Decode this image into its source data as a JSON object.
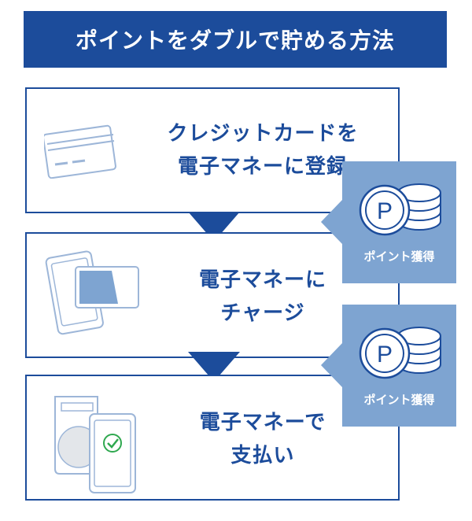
{
  "title": "ポイントをダブルで貯める方法",
  "steps": [
    {
      "line1": "クレジットカードを",
      "line2": "電子マネーに登録",
      "icon": "credit-card-icon"
    },
    {
      "line1": "電子マネーに",
      "line2": "チャージ",
      "icon": "phone-card-charge-icon"
    },
    {
      "line1": "電子マネーで",
      "line2": "支払い",
      "icon": "payment-terminal-icon"
    }
  ],
  "badges": [
    {
      "coin_letter": "P",
      "label": "ポイント獲得",
      "icon": "point-coins-icon"
    },
    {
      "coin_letter": "P",
      "label": "ポイント獲得",
      "icon": "point-coins-icon"
    }
  ],
  "colors": {
    "primary": "#1c4c9b",
    "badge": "#7ea4d1",
    "illustration_line": "#9db6d8",
    "check": "#2fa84f"
  }
}
